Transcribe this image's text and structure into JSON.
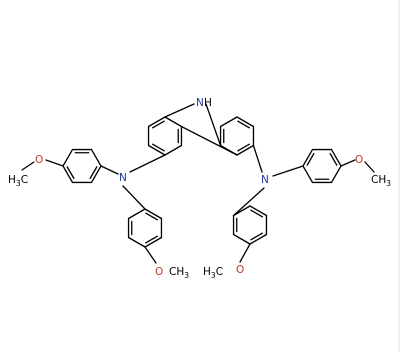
{
  "colors": {
    "bond": "#000000",
    "nitrogen": "#1f3a93",
    "oxygen": "#c0392b",
    "carbon": "#000000",
    "border": "#e6e6e6"
  },
  "atoms": {
    "nh_n": "N",
    "nh_h": "H",
    "n_left": "N",
    "n_right": "N",
    "o": "O",
    "ch3_left_c": "H",
    "ch3_left_sub": "3",
    "ch3_left_tail": "C",
    "ch3_right": "CH",
    "ch3_right_sub": "3",
    "ch3_bl": "CH",
    "ch3_bl_sub": "3",
    "ch3_br_c": "H",
    "ch3_br_sub": "3",
    "ch3_br_tail": "C"
  }
}
